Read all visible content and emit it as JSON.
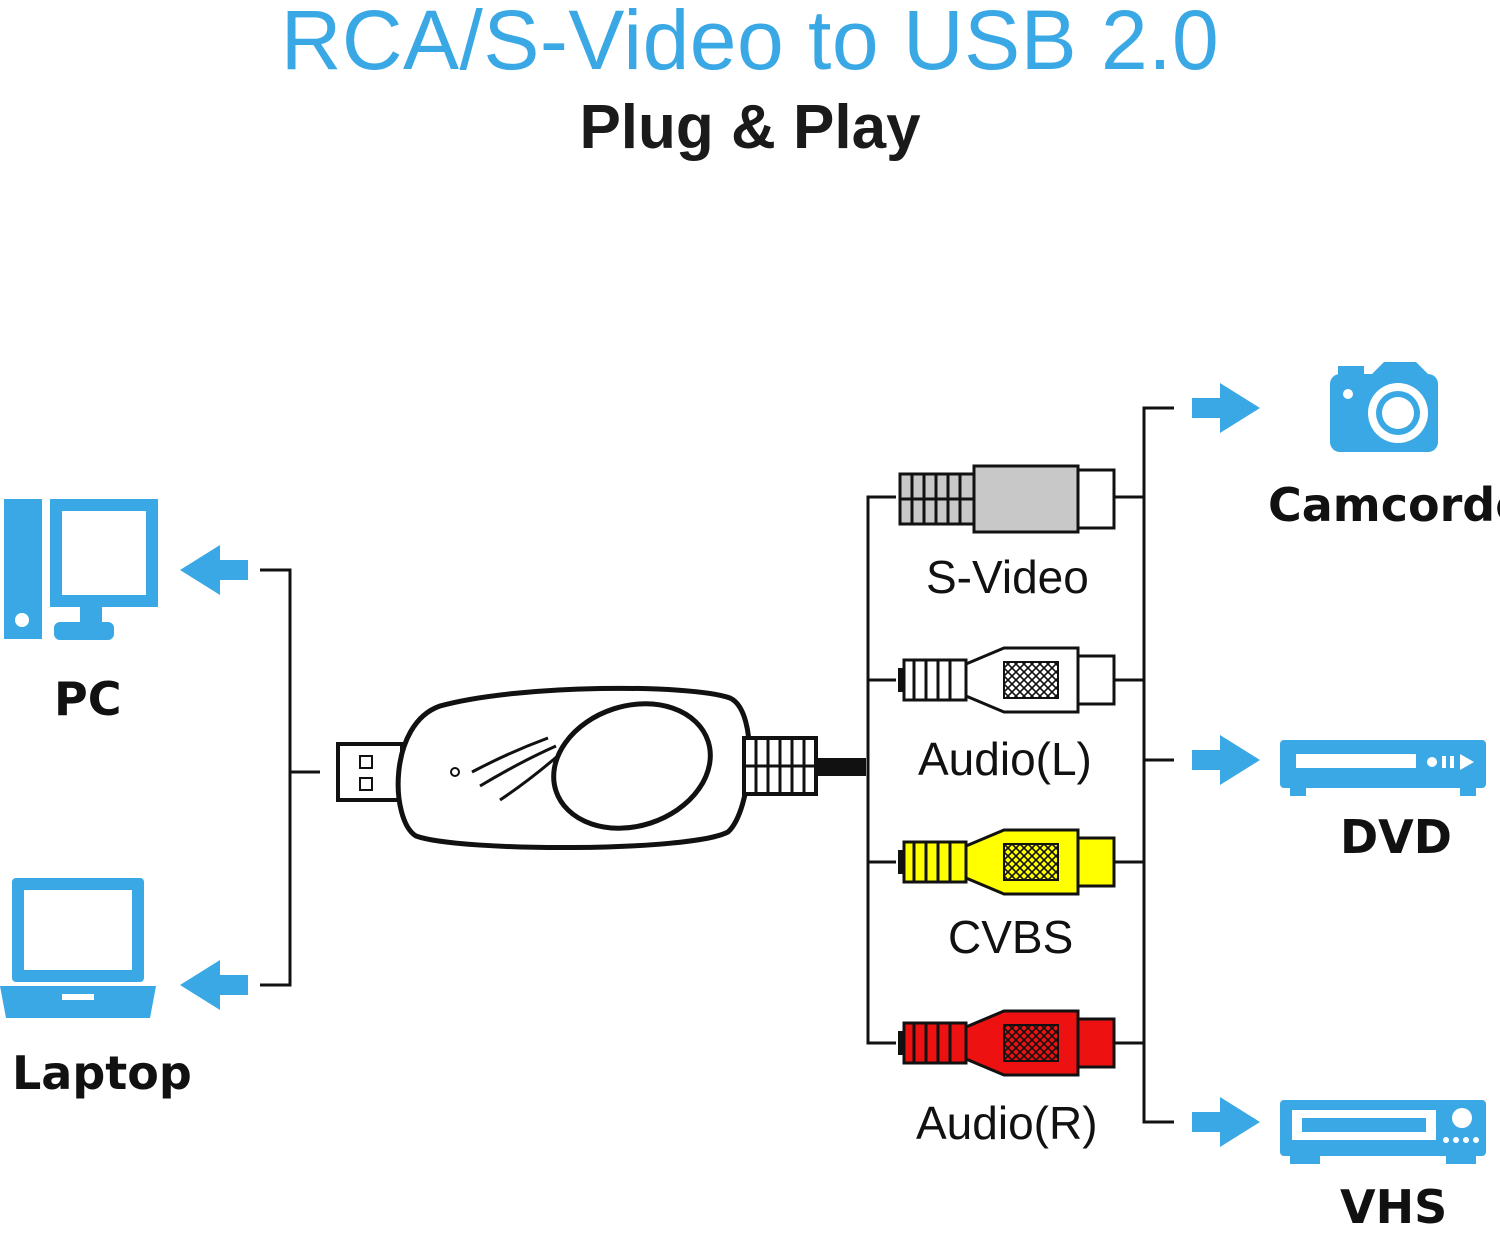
{
  "header": {
    "title": "RCA/S-Video to USB 2.0",
    "subtitle": "Plug & Play"
  },
  "hosts": [
    {
      "label": "PC",
      "icon": "desktop-pc-icon"
    },
    {
      "label": "Laptop",
      "icon": "laptop-icon"
    }
  ],
  "connectors": [
    {
      "label": "S-Video",
      "color": "#c8c8c8"
    },
    {
      "label": "Audio(L)",
      "color": "#ffffff"
    },
    {
      "label": "CVBS",
      "color": "#ffff00"
    },
    {
      "label": "Audio(R)",
      "color": "#ee1111"
    }
  ],
  "sources": [
    {
      "label": "Camcorder",
      "icon": "camera-icon"
    },
    {
      "label": "DVD",
      "icon": "dvd-player-icon"
    },
    {
      "label": "VHS",
      "icon": "vhs-player-icon"
    }
  ],
  "colors": {
    "accent": "#3aa8e4",
    "line": "#111111"
  }
}
